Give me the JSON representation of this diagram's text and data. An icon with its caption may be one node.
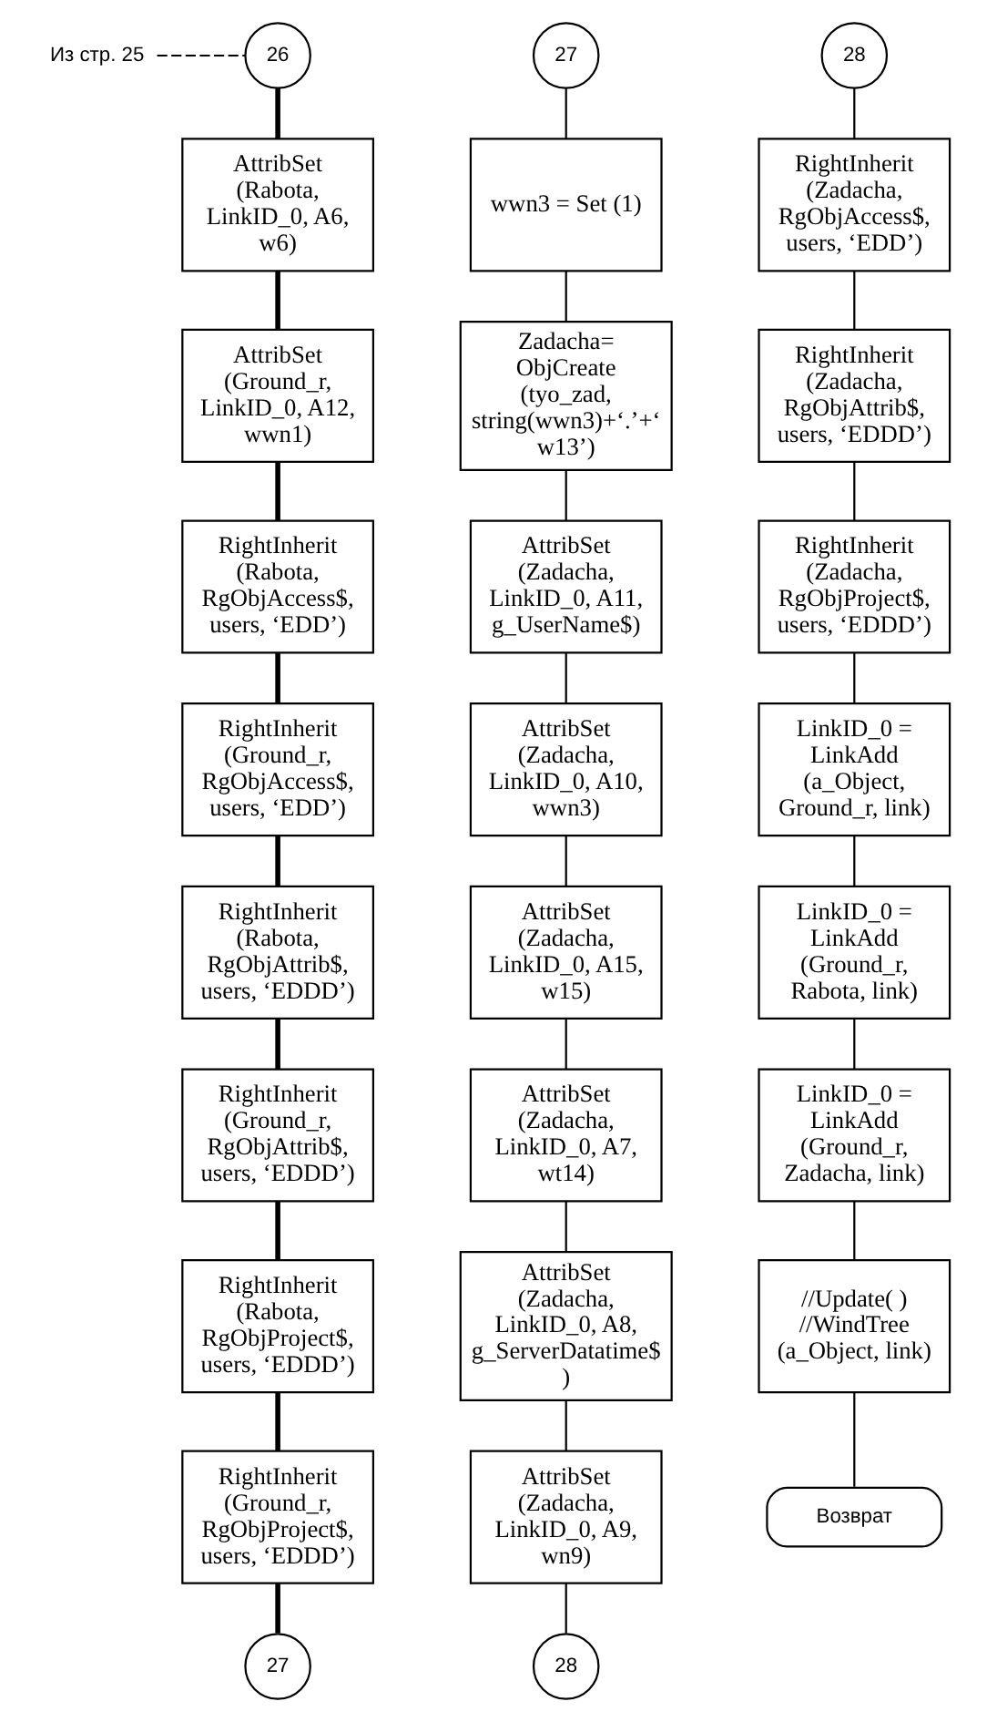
{
  "diagram": {
    "nodes": [
      {
        "text": [
          "Из стр. 25"
        ]
      },
      {
        "text": [
          "26"
        ]
      },
      {
        "text": [
          "AttribSet (Rabota, LinkID_0, A6, w6)"
        ]
      },
      {
        "text": [
          "AttribSet (Ground_r, LinkID_0, A12, wwn1)"
        ]
      },
      {
        "text": [
          "RightInherit (Rabota, RgObjAccess$, users, ‘EDD’)"
        ]
      },
      {
        "text": [
          "RightInherit (Ground_r, RgObjAccess$, users, ‘EDD’)"
        ]
      },
      {
        "text": [
          "RightInherit (Rabota, RgObjAttrib$, users, ‘EDDD’)"
        ]
      },
      {
        "text": [
          "RightInherit (Ground_r, RgObjAttrib$, users, ‘EDDD’)"
        ]
      },
      {
        "text": [
          "RightInherit (Rabota, RgObjProject$, users, ‘EDDD’)"
        ]
      },
      {
        "text": [
          "RightInherit (Ground_r, RgObjProject$, users, ‘EDDD’)"
        ]
      },
      {
        "text": [
          "27"
        ]
      },
      {
        "text": [
          "27"
        ]
      },
      {
        "text": [
          "wwn3 = Set (1)"
        ]
      },
      {
        "text": [
          "Zadacha= ObjCreate (tyo_zad, string(wwn3)+‘.’+‘ w13’)"
        ]
      },
      {
        "text": [
          "AttribSet (Zadacha, LinkID_0, A11, g_UserName$)"
        ]
      },
      {
        "text": [
          "AttribSet (Zadacha, LinkID_0, A10, wwn3)"
        ]
      },
      {
        "text": [
          "AttribSet (Zadacha, LinkID_0, A15, w15)"
        ]
      },
      {
        "text": [
          "AttribSet (Zadacha, LinkID_0, A7, wt14)"
        ]
      },
      {
        "text": [
          "AttribSet (Zadacha, LinkID_0, A8, g_ServerDatatime$ )"
        ]
      },
      {
        "text": [
          "AttribSet (Zadacha, LinkID_0, A9, wn9)"
        ]
      },
      {
        "text": [
          "28"
        ]
      },
      {
        "text": [
          "28"
        ]
      },
      {
        "text": [
          "RightInherit (Zadacha, RgObjAccess$, users, ‘EDD’)"
        ]
      },
      {
        "text": [
          "RightInherit (Zadacha, RgObjAttrib$, users, ‘EDDD’)"
        ]
      },
      {
        "text": [
          "RightInherit (Zadacha, RgObjProject$, users, ‘EDDD’)"
        ]
      },
      {
        "text": [
          "LinkID_0 = LinkAdd (a_Object, Ground_r, link)"
        ]
      },
      {
        "text": [
          "LinkID_0 = LinkAdd (Ground_r, Rabota, link)"
        ]
      },
      {
        "text": [
          "LinkID_0 = LinkAdd (Ground_r, Zadacha, link)"
        ]
      },
      {
        "text": [
          "//Update( ) //WindTree (a_Object, link)"
        ]
      },
      {
        "text": [
          "Возврат"
        ]
      }
    ],
    "edges": [
      {
        "from": 0,
        "to": 1,
        "arrow": "none",
        "style": "dashed"
      },
      {
        "from": 1,
        "to": 2,
        "arrow": "none",
        "style": "thick"
      },
      {
        "from": 2,
        "to": 3,
        "arrow": "none",
        "style": "thick"
      },
      {
        "from": 3,
        "to": 4,
        "arrow": "none",
        "style": "thick"
      },
      {
        "from": 4,
        "to": 5,
        "arrow": "none",
        "style": "thick"
      },
      {
        "from": 5,
        "to": 6,
        "arrow": "none",
        "style": "thick"
      },
      {
        "from": 6,
        "to": 7,
        "arrow": "none",
        "style": "thick"
      },
      {
        "from": 7,
        "to": 8,
        "arrow": "none",
        "style": "thick"
      },
      {
        "from": 8,
        "to": 9,
        "arrow": "none",
        "style": "thick"
      },
      {
        "from": 9,
        "to": 10,
        "arrow": "none",
        "style": "thick"
      },
      {
        "from": 11,
        "to": 12,
        "arrow": "none"
      },
      {
        "from": 12,
        "to": 13,
        "arrow": "none"
      },
      {
        "from": 13,
        "to": 14,
        "arrow": "none"
      },
      {
        "from": 14,
        "to": 15,
        "arrow": "none"
      },
      {
        "from": 15,
        "to": 16,
        "arrow": "none"
      },
      {
        "from": 16,
        "to": 17,
        "arrow": "none"
      },
      {
        "from": 17,
        "to": 18,
        "arrow": "none"
      },
      {
        "from": 18,
        "to": 19,
        "arrow": "none"
      },
      {
        "from": 19,
        "to": 20,
        "arrow": "none"
      },
      {
        "from": 21,
        "to": 22,
        "arrow": "none"
      },
      {
        "from": 22,
        "to": 23,
        "arrow": "none"
      },
      {
        "from": 23,
        "to": 24,
        "arrow": "none"
      },
      {
        "from": 24,
        "to": 25,
        "arrow": "none"
      },
      {
        "from": 25,
        "to": 26,
        "arrow": "none"
      },
      {
        "from": 26,
        "to": 27,
        "arrow": "none"
      },
      {
        "from": 27,
        "to": 28,
        "arrow": "none"
      },
      {
        "from": 28,
        "to": 29,
        "arrow": "none"
      }
    ]
  }
}
